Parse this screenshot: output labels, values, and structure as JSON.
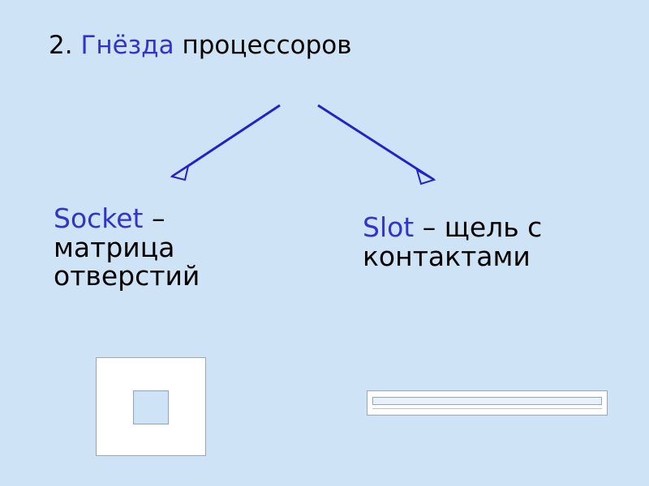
{
  "slide": {
    "background_color": "#cfe3f7",
    "accent_color": "#3333cc",
    "text_color": "#000000",
    "title": {
      "number": "2.",
      "accent_word": "Гнёзда",
      "rest": "процессоров"
    },
    "left_block": {
      "keyword": "Socket",
      "dash": "–",
      "line2": "матрица",
      "line3": "отверстий"
    },
    "right_block": {
      "keyword": "Slot",
      "rest": "– щель с",
      "line2": "контактами"
    },
    "figures": {
      "socket_label": "socket-diagram",
      "slot_label": "slot-diagram"
    }
  }
}
